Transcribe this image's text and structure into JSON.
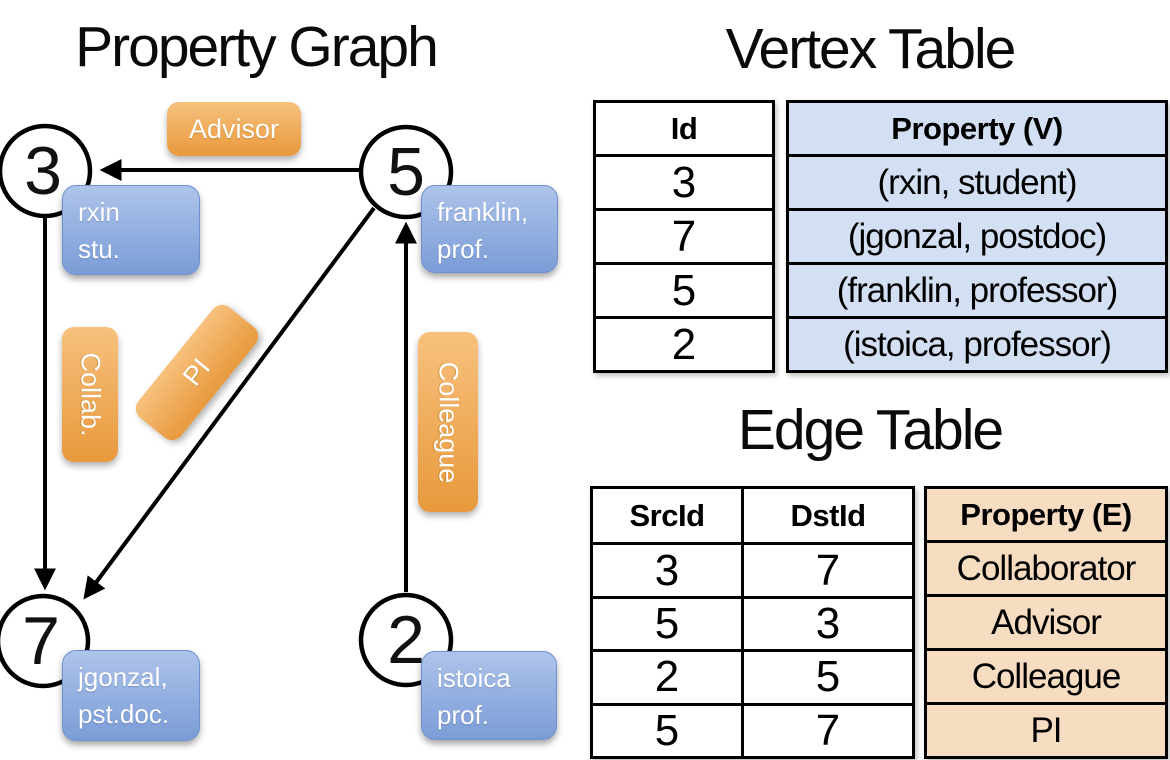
{
  "graph": {
    "title": "Property Graph",
    "nodes": [
      {
        "id": "3",
        "property_line1": "rxin",
        "property_line2": "stu."
      },
      {
        "id": "5",
        "property_line1": "franklin,",
        "property_line2": "prof."
      },
      {
        "id": "7",
        "property_line1": "jgonzal,",
        "property_line2": "pst.doc."
      },
      {
        "id": "2",
        "property_line1": "istoica",
        "property_line2": "prof."
      }
    ],
    "edge_labels": {
      "advisor": "Advisor",
      "collab": "Collab.",
      "pi": "PI",
      "colleague": "Colleague"
    }
  },
  "vertex_table": {
    "title": "Vertex Table",
    "columns": {
      "id": "Id",
      "property": "Property (V)"
    },
    "rows": [
      {
        "id": "3",
        "property": "(rxin, student)"
      },
      {
        "id": "7",
        "property": "(jgonzal, postdoc)"
      },
      {
        "id": "5",
        "property": "(franklin, professor)"
      },
      {
        "id": "2",
        "property": "(istoica, professor)"
      }
    ]
  },
  "edge_table": {
    "title": "Edge Table",
    "columns": {
      "src": "SrcId",
      "dst": "DstId",
      "property": "Property (E)"
    },
    "rows": [
      {
        "src": "3",
        "dst": "7",
        "property": "Collaborator"
      },
      {
        "src": "5",
        "dst": "3",
        "property": "Advisor"
      },
      {
        "src": "2",
        "dst": "5",
        "property": "Colleague"
      },
      {
        "src": "5",
        "dst": "7",
        "property": "PI"
      }
    ]
  },
  "colors": {
    "vertex_property_fill": "#d3dff2",
    "edge_property_fill": "#f6ddc2",
    "node_box_blue": "#7b9cd7",
    "edge_label_orange": "#ec9f43",
    "table_border": "#000000",
    "line_black": "#000000"
  }
}
